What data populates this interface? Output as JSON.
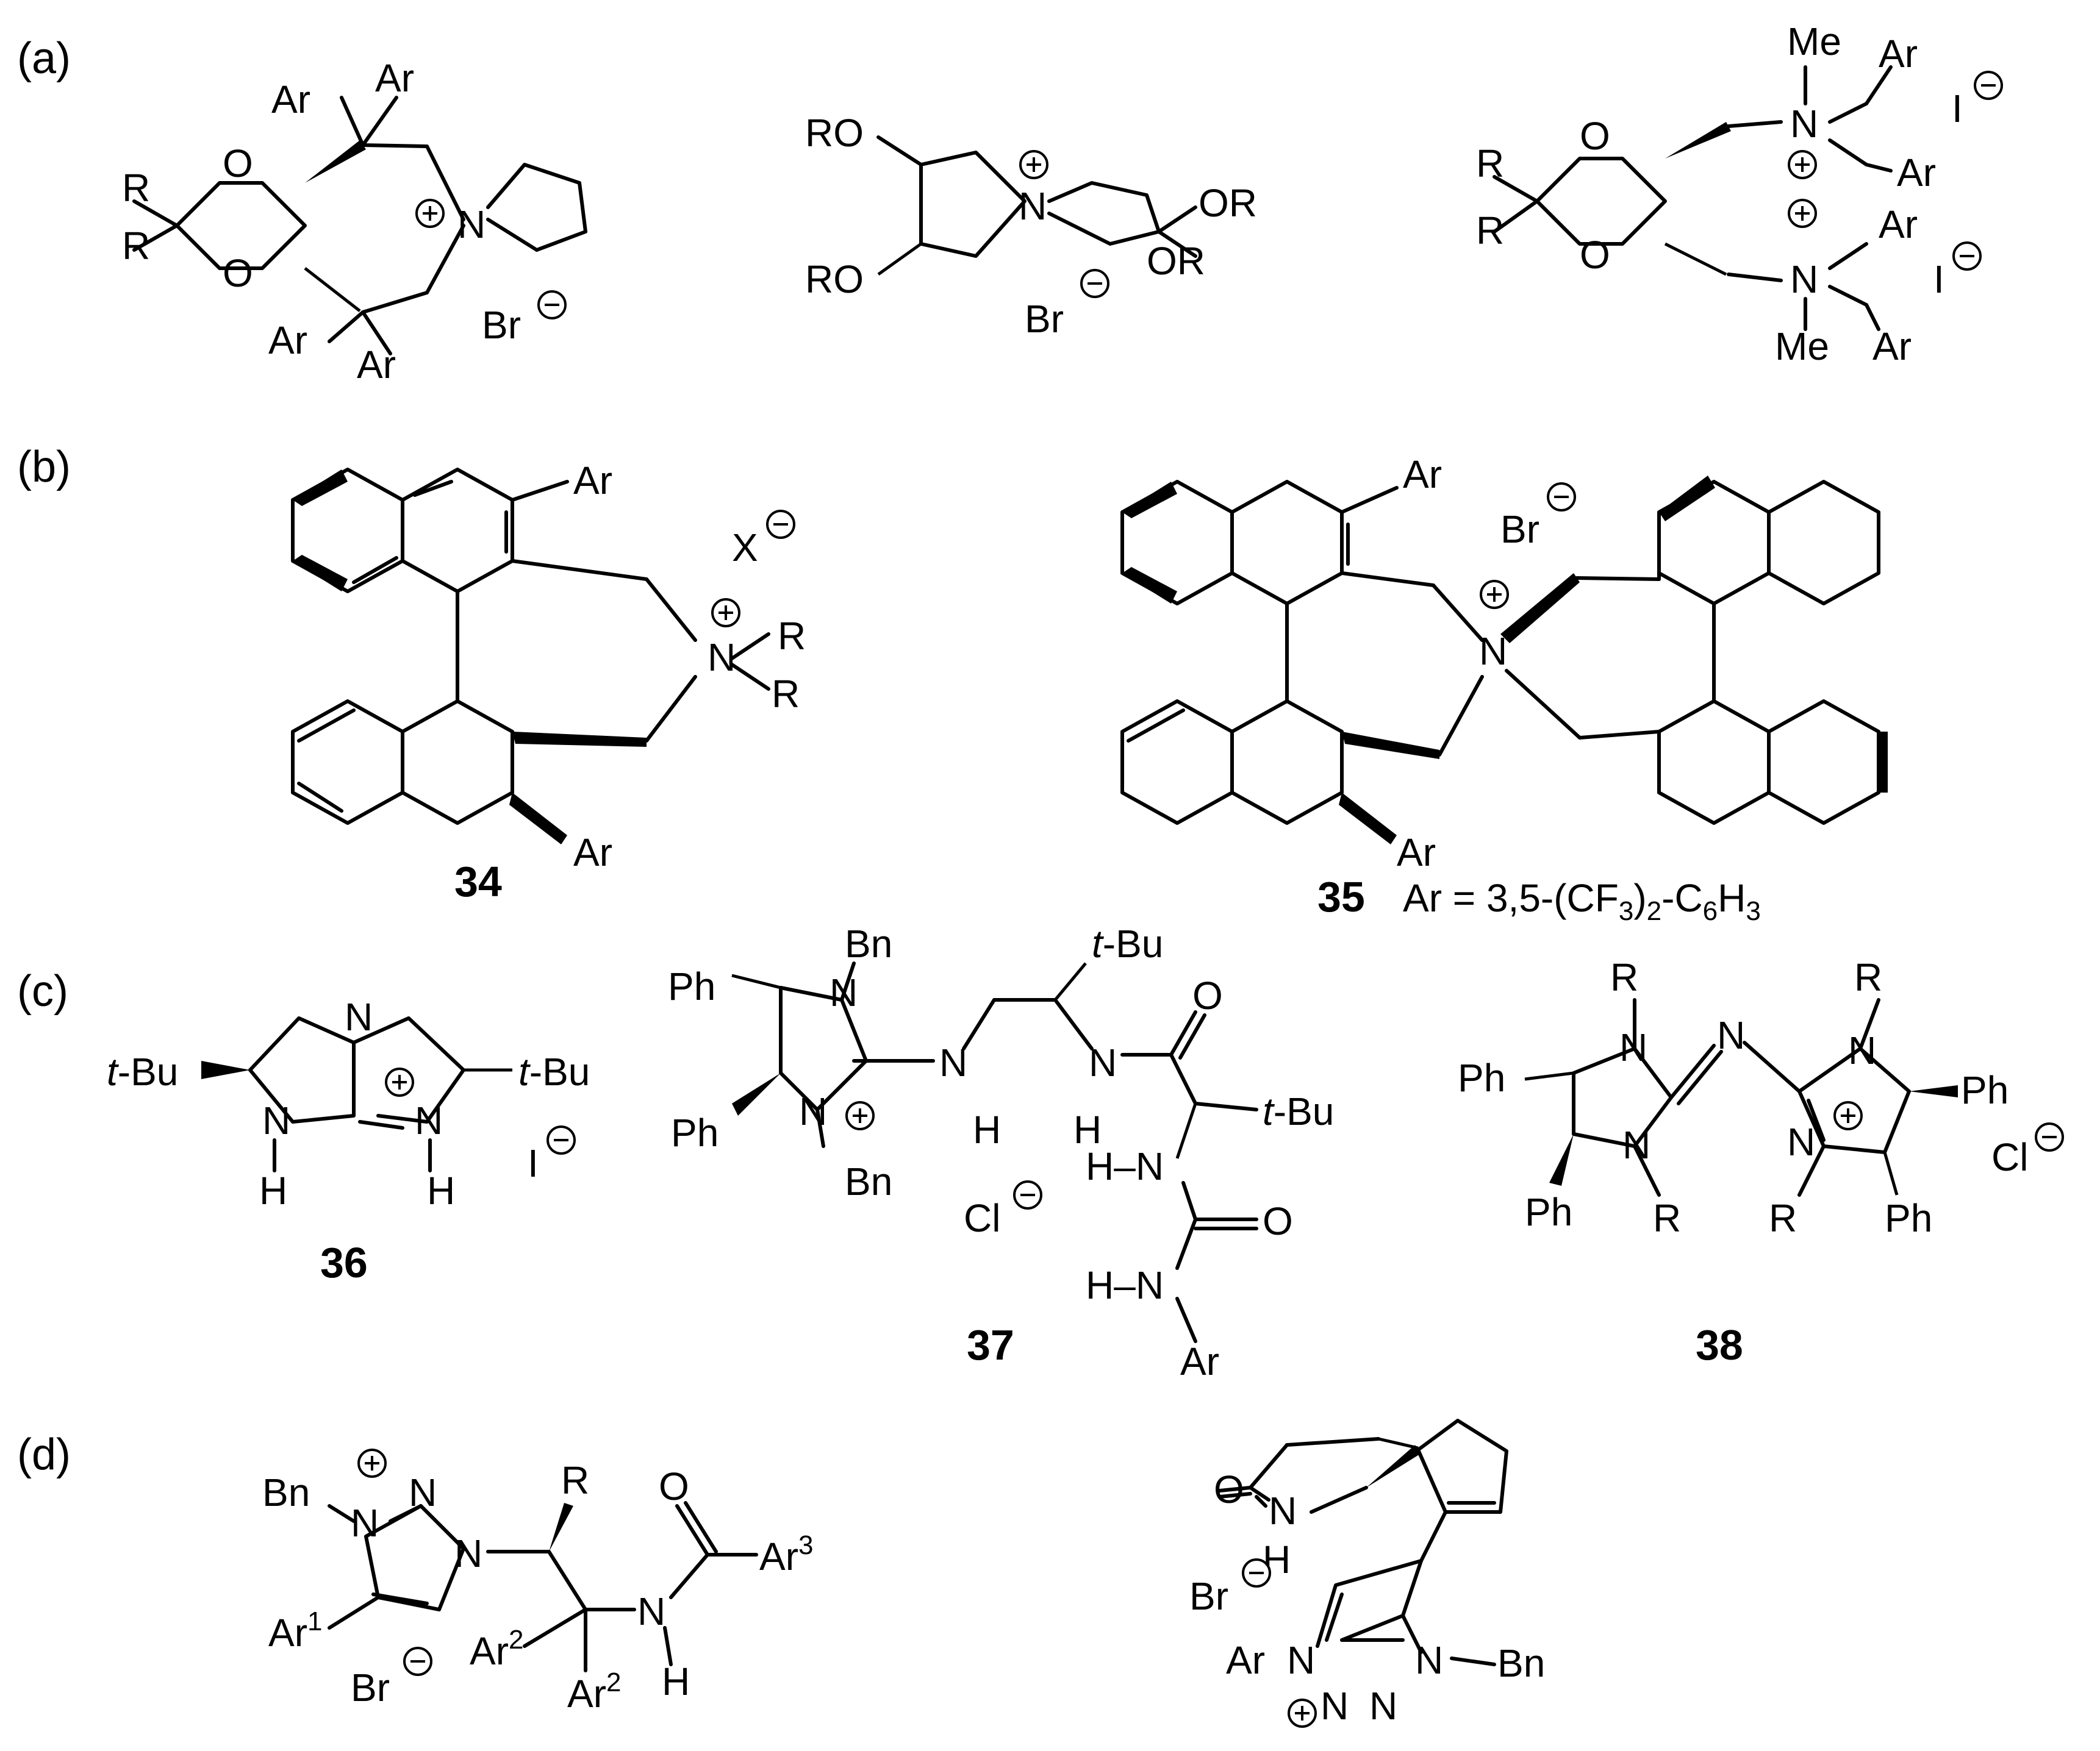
{
  "panels": {
    "a": "(a)",
    "b": "(b)",
    "c": "(c)",
    "d": "(d)"
  },
  "compounds": {
    "c34": "34",
    "c35": "35",
    "c36": "36",
    "c37": "37",
    "c38": "38"
  },
  "ar_definition": {
    "prefix": "Ar = 3,5-(CF",
    "sub1": "3",
    "mid": ")",
    "sub2": "2",
    "mid2": "-C",
    "sub3": "6",
    "h": "H",
    "sub4": "3"
  },
  "atoms": {
    "R": "R",
    "O": "O",
    "N": "N",
    "H": "H",
    "Ar": "Ar",
    "Me": "Me",
    "Br": "Br",
    "I": "I",
    "Cl": "Cl",
    "X": "X",
    "RO": "RO",
    "OR": "OR",
    "Ph": "Ph",
    "Bn": "Bn",
    "tBu": "t",
    "tBu_suffix": "-Bu",
    "C": "C",
    "Ar1": "Ar",
    "Ar2": "Ar",
    "Ar3": "Ar",
    "sup1": "1",
    "sup2": "2",
    "sup3": "3",
    "HN": "H–N"
  }
}
